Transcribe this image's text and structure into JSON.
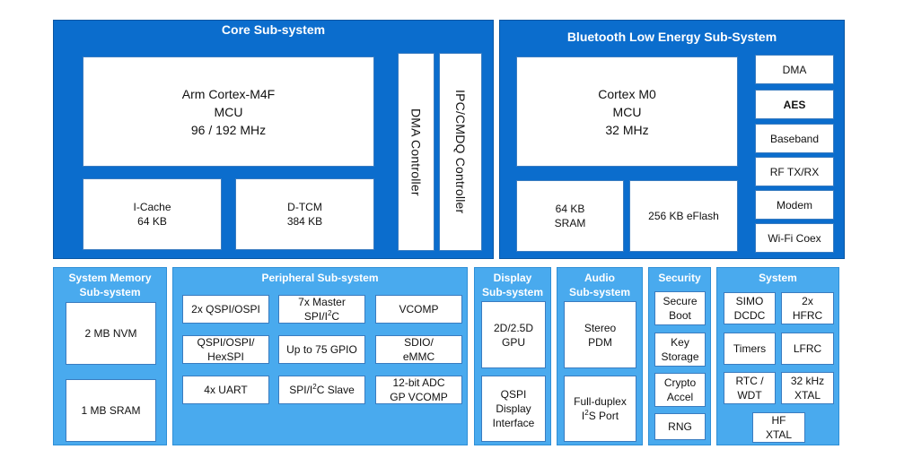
{
  "core": {
    "title": "Core Sub-system",
    "mcu": [
      "Arm Cortex-M4F",
      "MCU",
      "96 / 192 MHz"
    ],
    "icache": [
      "I-Cache",
      "64 KB"
    ],
    "dtcm": [
      "D-TCM",
      "384 KB"
    ],
    "dma": "DMA Controller",
    "ipc": "IPC/CMDQ Controller"
  },
  "ble": {
    "title": "Bluetooth Low Energy Sub-System",
    "mcu": [
      "Cortex M0",
      "MCU",
      "32 MHz"
    ],
    "sram": [
      "64 KB",
      "SRAM"
    ],
    "eflash": "256 KB eFlash",
    "side": [
      "DMA",
      "AES",
      "Baseband",
      "RF TX/RX",
      "Modem",
      "Wi-Fi Coex"
    ]
  },
  "sysmem": {
    "title": [
      "System Memory",
      "Sub-system"
    ],
    "nvm": "2 MB NVM",
    "sram": "1 MB SRAM"
  },
  "periph": {
    "title": "Peripheral Sub-system",
    "qspi": "2x QSPI/OSPI",
    "master": [
      "7x Master",
      "SPI/I",
      "2",
      "C"
    ],
    "vcomp": "VCOMP",
    "hexspi": [
      "QSPI/OSPI/",
      "HexSPI"
    ],
    "gpio": "Up to 75 GPIO",
    "sdio": [
      "SDIO/",
      "eMMC"
    ],
    "uart": "4x UART",
    "slave": [
      "SPI/I",
      "2",
      "C Slave"
    ],
    "adc": [
      "12-bit ADC",
      "GP VCOMP"
    ]
  },
  "display": {
    "title": [
      "Display",
      "Sub-system"
    ],
    "gpu": [
      "2D/2.5D",
      "GPU"
    ],
    "qspi": [
      "QSPI",
      "Display",
      "Interface"
    ]
  },
  "audio": {
    "title": [
      "Audio",
      "Sub-system"
    ],
    "pdm": [
      "Stereo",
      "PDM"
    ],
    "i2s": [
      "Full-duplex",
      "I",
      "2",
      "S Port"
    ]
  },
  "security": {
    "title": "Security",
    "boot": [
      "Secure",
      "Boot"
    ],
    "key": [
      "Key",
      "Storage"
    ],
    "crypto": [
      "Crypto",
      "Accel"
    ],
    "rng": "RNG"
  },
  "system": {
    "title": "System",
    "simo": [
      "SIMO",
      "DCDC"
    ],
    "hfrc": [
      "2x",
      "HFRC"
    ],
    "timers": "Timers",
    "lfrc": "LFRC",
    "rtc": [
      "RTC /",
      "WDT"
    ],
    "xtal32": [
      "32 kHz",
      "XTAL"
    ],
    "hfxtal": [
      "HF",
      "XTAL"
    ]
  }
}
